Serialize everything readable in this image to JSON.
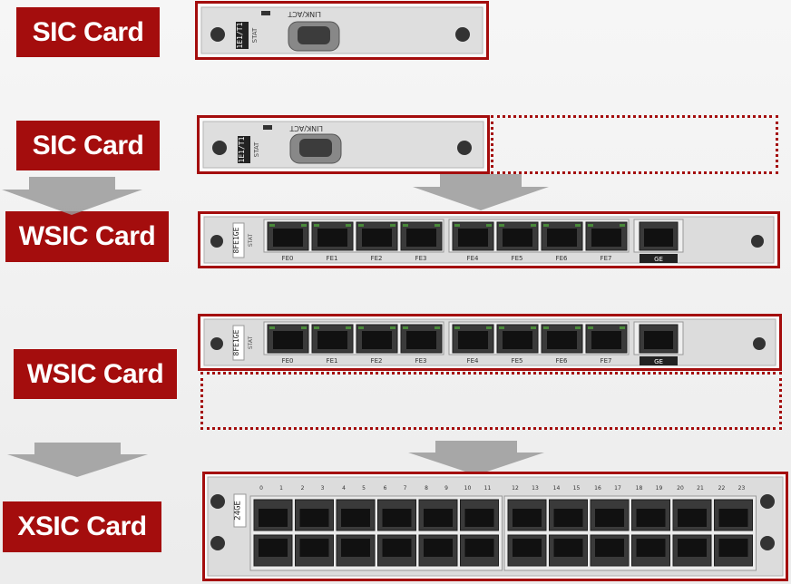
{
  "labels": {
    "sic_1": "SIC Card",
    "sic_2": "SIC Card",
    "wsic_1": "WSIC Card",
    "wsic_2": "WSIC Card",
    "xsic": "XSIC Card"
  },
  "sic_panel": {
    "model": "1E1/T1",
    "status": "LINK/ACT",
    "port_led": "STAT"
  },
  "wsic_panel": {
    "model": "8FE1GE",
    "led": "STAT",
    "ports": [
      "FE0",
      "FE1",
      "FE2",
      "FE3",
      "FE4",
      "FE5",
      "FE6",
      "FE7"
    ],
    "ge_port": "GE"
  },
  "xsic_panel": {
    "model": "24GE",
    "top_numbers": [
      "0",
      "1",
      "2",
      "3",
      "4",
      "5",
      "6",
      "7",
      "8",
      "9",
      "10",
      "11",
      "12",
      "13",
      "14",
      "15",
      "16",
      "17",
      "18",
      "19",
      "20",
      "21",
      "22",
      "23"
    ]
  },
  "colors": {
    "accent": "#a40d0d",
    "arrow": "#9a9a9a",
    "panel": "#dcdcdc"
  }
}
